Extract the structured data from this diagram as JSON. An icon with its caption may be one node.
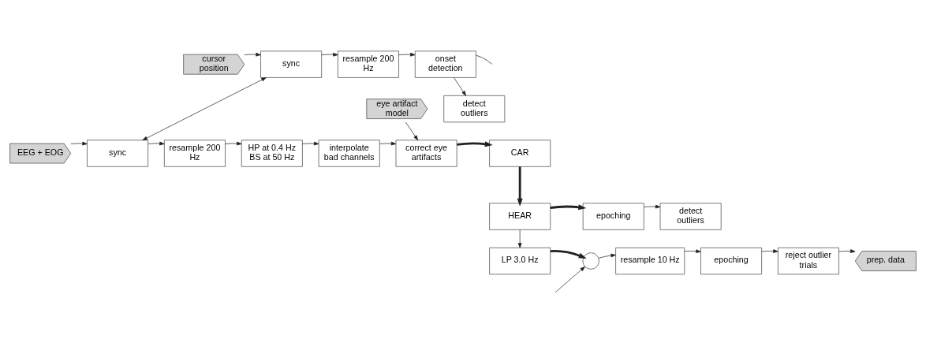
{
  "diagram": {
    "nodes": [
      {
        "text": [
          "cursor position"
        ]
      },
      {
        "text": [
          "sync"
        ]
      },
      {
        "text": [
          "resample 200 Hz"
        ]
      },
      {
        "text": [
          "onset detection"
        ]
      },
      {
        "text": [
          "eye artifact model"
        ]
      },
      {
        "text": [
          "detect outliers"
        ]
      },
      {
        "text": [
          "EEG + EOG"
        ]
      },
      {
        "text": [
          "sync"
        ]
      },
      {
        "text": [
          "resample 200 Hz"
        ]
      },
      {
        "text": [
          "HP at 0.4 Hz BS at 50 Hz"
        ]
      },
      {
        "text": [
          "interpolate bad channels"
        ]
      },
      {
        "text": [
          "correct eye artifacts"
        ]
      },
      {
        "text": [
          "CAR"
        ]
      },
      {
        "text": [
          "detect outliers"
        ]
      },
      {
        "text": [
          "epoching"
        ]
      },
      {
        "text": [
          "HEAR"
        ]
      },
      {
        "text": [
          "prep. data"
        ]
      },
      {
        "text": [
          "reject outlier trials"
        ]
      },
      {
        "text": [
          "epoching"
        ]
      },
      {
        "text": [
          "resample 10 Hz"
        ]
      },
      {
        "text": [],
        "shape": "circle"
      },
      {
        "text": [
          "LP 3.0 Hz"
        ]
      }
    ],
    "edges": [
      {
        "from": 0,
        "to": 1,
        "arrow": "to"
      },
      {
        "from": 1,
        "to": 2,
        "arrow": "to"
      },
      {
        "from": 2,
        "to": 3,
        "arrow": "to"
      },
      {
        "from": 3,
        "to": 5,
        "arrow": "to"
      },
      {
        "from": 3,
        "to": null,
        "arrow": "none"
      },
      {
        "from": 1,
        "to": 7,
        "arrow": "both"
      },
      {
        "from": 6,
        "to": 7,
        "arrow": "to"
      },
      {
        "from": 7,
        "to": 8,
        "arrow": "to"
      },
      {
        "from": 8,
        "to": 9,
        "arrow": "to"
      },
      {
        "from": 9,
        "to": 10,
        "arrow": "to"
      },
      {
        "from": 10,
        "to": 11,
        "arrow": "to"
      },
      {
        "from": 4,
        "to": 11,
        "arrow": "to"
      },
      {
        "from": 11,
        "to": 12,
        "arrow": "to",
        "style": "thick"
      },
      {
        "from": 12,
        "to": 15,
        "arrow": "to",
        "style": "thick"
      },
      {
        "from": 15,
        "to": 14,
        "arrow": "to",
        "style": "thick"
      },
      {
        "from": 15,
        "to": 21,
        "arrow": "to"
      },
      {
        "from": 14,
        "to": 13,
        "arrow": "to"
      },
      {
        "from": 21,
        "to": 20,
        "arrow": "to",
        "style": "thick"
      },
      {
        "from": 20,
        "to": 19,
        "arrow": "to"
      },
      {
        "from": 19,
        "to": 18,
        "arrow": "to"
      },
      {
        "from": 18,
        "to": 17,
        "arrow": "to"
      },
      {
        "from": 17,
        "to": 16,
        "arrow": "to"
      },
      {
        "from": null,
        "to": 20,
        "arrow": "to"
      }
    ]
  }
}
